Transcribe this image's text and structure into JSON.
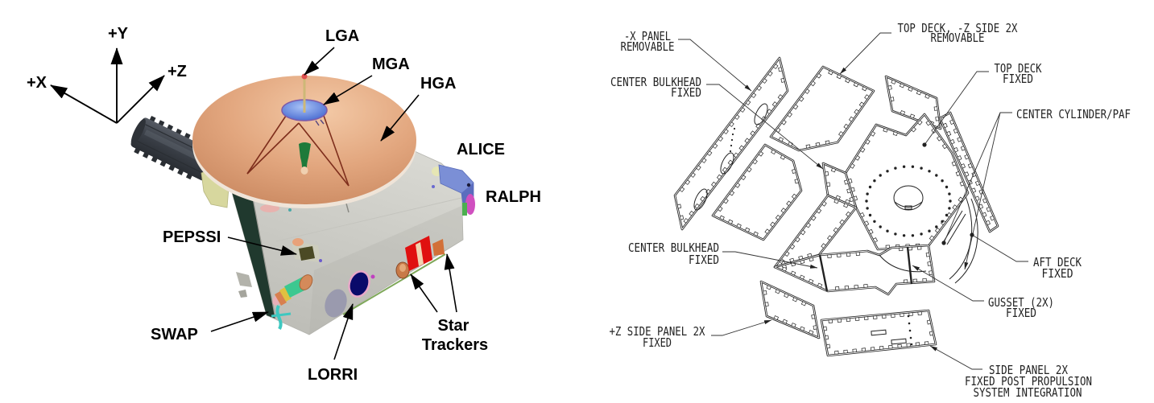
{
  "colors": {
    "background": "#FFFFFF",
    "label_text": "#000000",
    "line_art": "#222222",
    "hga_dish": "#E2A67E",
    "mga_dish": "#4D6FD2",
    "lga_element": "#E05050",
    "feed_horn": "#1E7A3A",
    "antenna_struts": "#7E2E1C",
    "body": "#D8D8D2",
    "rtg": "#3A3F47",
    "star_tracker_box": "#E01010",
    "lorri_aperture": "#0A0A6A",
    "swap_sensor": "#3CC890",
    "alice_ralph_housing": "#7B8FD6"
  },
  "spacecraft_view": {
    "axes": {
      "x": "+X",
      "y": "+Y",
      "z": "+Z"
    },
    "labels": {
      "lga": "LGA",
      "mga": "MGA",
      "hga": "HGA",
      "alice": "ALICE",
      "ralph": "RALPH",
      "pepssi": "PEPSSI",
      "swap": "SWAP",
      "lorri": "LORRI",
      "star_trackers": [
        "Star",
        "Trackers"
      ]
    }
  },
  "structure_view": {
    "callouts": {
      "minus_x_panel": [
        "-X PANEL",
        "REMOVABLE"
      ],
      "center_bulkhead_upper": [
        "CENTER BULKHEAD",
        "FIXED"
      ],
      "top_deck_minus_z_side": [
        "TOP DECK, -Z SIDE 2X",
        "REMOVABLE"
      ],
      "top_deck": [
        "TOP DECK",
        "FIXED"
      ],
      "center_cylinder": [
        "CENTER CYLINDER/PAF"
      ],
      "aft_deck": [
        "AFT DECK",
        "FIXED"
      ],
      "gusset": [
        "GUSSET (2X)",
        "FIXED"
      ],
      "side_panel": [
        "SIDE PANEL 2X",
        "FIXED POST PROPULSION",
        "SYSTEM INTEGRATION"
      ],
      "center_bulkhead_lower": [
        "CENTER BULKHEAD",
        "FIXED"
      ],
      "plus_z_side_panel": [
        "+Z SIDE PANEL 2X",
        "FIXED"
      ]
    }
  }
}
